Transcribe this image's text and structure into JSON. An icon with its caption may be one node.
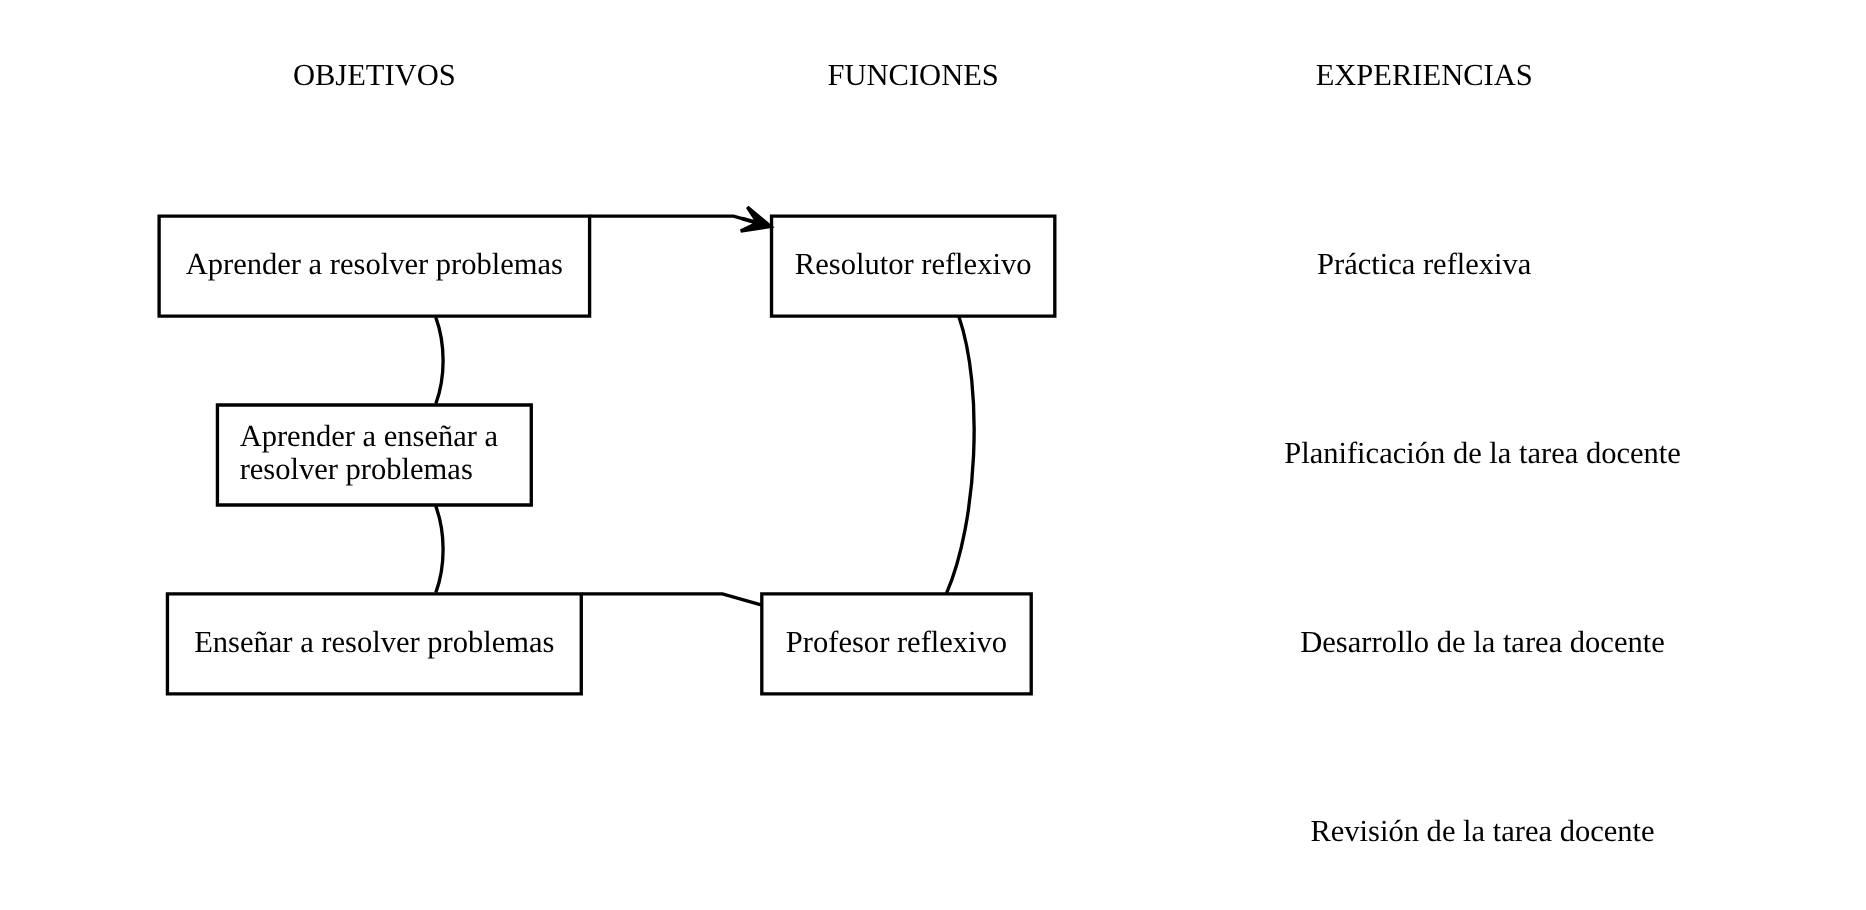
{
  "diagram": {
    "nodes": [
      {
        "text": [
          "Aprender a resolver problemas"
        ]
      },
      {
        "text": [
          "Resolutor reflexivo"
        ]
      },
      {
        "text": [
          "Aprender a enseñar a resolver problemas"
        ]
      },
      {
        "text": [
          "Enseñar a resolver problemas"
        ]
      },
      {
        "text": [
          "Profesor reflexivo"
        ]
      }
    ],
    "edges": [
      {
        "from": 0,
        "to": 1,
        "arrow": "to"
      },
      {
        "from": 1,
        "to": 4,
        "arrow": "none"
      },
      {
        "from": 4,
        "to": 3,
        "arrow": "none"
      },
      {
        "from": 3,
        "to": 2,
        "arrow": "none"
      },
      {
        "from": 2,
        "to": 0,
        "arrow": "none"
      }
    ],
    "labels": [
      "OBJETIVOS",
      "FUNCIONES",
      "EXPERIENCIAS",
      "Práctica reflexiva",
      "Planificación de la tarea docente",
      "Desarrollo de la tarea docente",
      "Revisión de la tarea docente"
    ]
  }
}
